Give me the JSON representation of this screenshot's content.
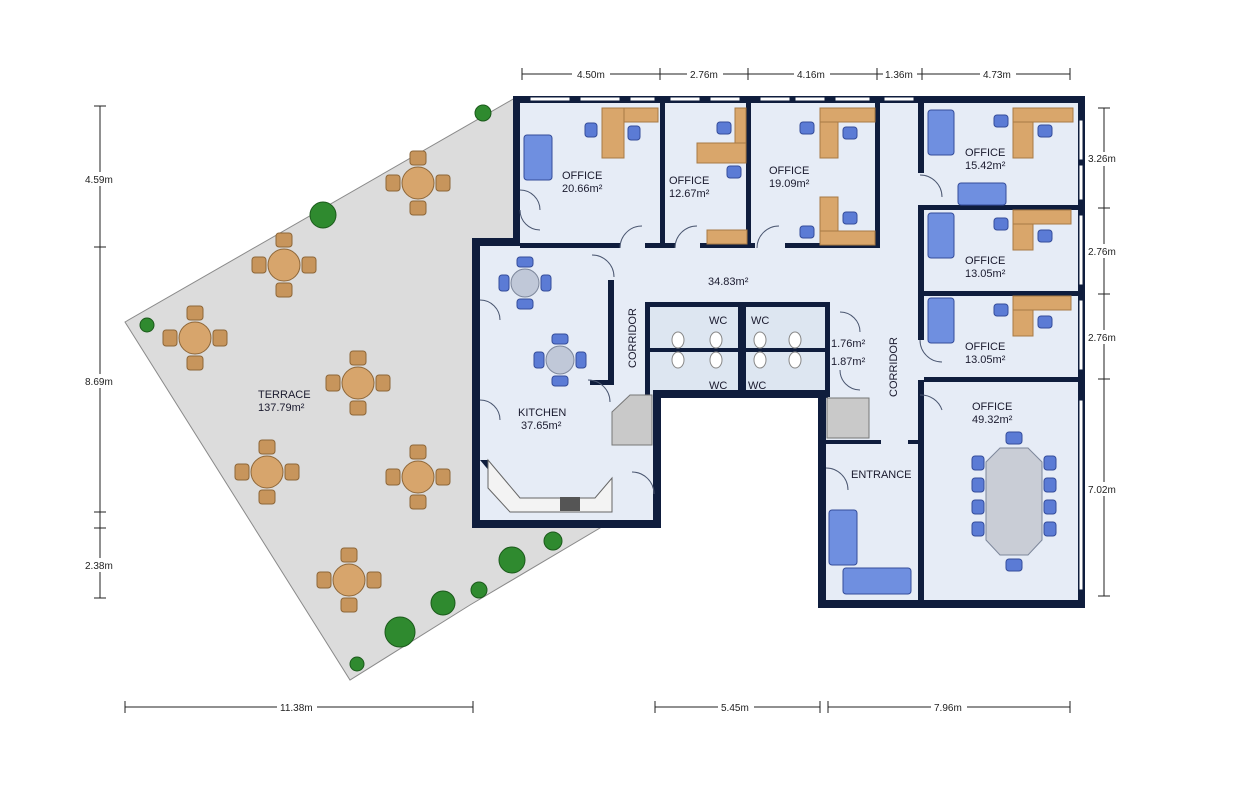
{
  "rooms": {
    "office_1": {
      "name": "OFFICE",
      "area": "20.66m²"
    },
    "office_2": {
      "name": "OFFICE",
      "area": "12.67m²"
    },
    "office_3": {
      "name": "OFFICE",
      "area": "19.09m²"
    },
    "office_4": {
      "name": "OFFICE",
      "area": "15.42m²"
    },
    "office_5": {
      "name": "OFFICE",
      "area": "13.05m²"
    },
    "office_6": {
      "name": "OFFICE",
      "area": "13.05m²"
    },
    "office_7": {
      "name": "OFFICE",
      "area": "49.32m²"
    },
    "kitchen": {
      "name": "KITCHEN",
      "area": "37.65m²"
    },
    "terrace": {
      "name": "TERRACE",
      "area": "137.79m²"
    },
    "hall": {
      "area": "34.83m²"
    },
    "corridor_left": {
      "name": "CORRIDOR"
    },
    "corridor_right": {
      "name": "CORRIDOR"
    },
    "entrance": {
      "name": "ENTRANCE"
    },
    "wc_1": {
      "name": "WC"
    },
    "wc_2": {
      "name": "WC"
    },
    "wc_3": {
      "name": "WC"
    },
    "wc_4": {
      "name": "WC"
    },
    "closet_1": {
      "area": "1.76m²"
    },
    "closet_2": {
      "area": "1.87m²"
    }
  },
  "dimensions": {
    "top": [
      "4.50m",
      "2.76m",
      "4.16m",
      "1.36m",
      "4.73m"
    ],
    "left": [
      "4.59m",
      "8.69m",
      "2.38m"
    ],
    "right": [
      "3.26m",
      "2.76m",
      "2.76m",
      "7.02m"
    ],
    "bottom": [
      "11.38m",
      "5.45m",
      "7.96m"
    ]
  }
}
